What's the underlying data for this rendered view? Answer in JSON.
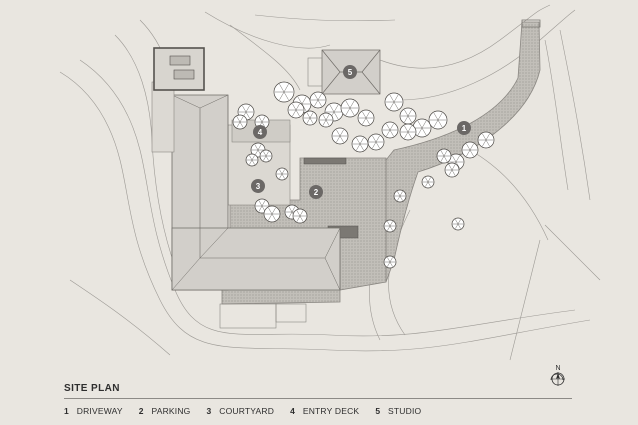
{
  "legend": {
    "title": "SITE PLAN",
    "items": [
      {
        "num": "1",
        "label": "DRIVEWAY"
      },
      {
        "num": "2",
        "label": "PARKING"
      },
      {
        "num": "3",
        "label": "COURTYARD"
      },
      {
        "num": "4",
        "label": "ENTRY DECK"
      },
      {
        "num": "5",
        "label": "STUDIO"
      }
    ]
  },
  "north_label": "N",
  "colors": {
    "background": "#e9e6e0",
    "paving": "#bdbab4",
    "roof": "#d2cfca",
    "marker": "#6b6866",
    "line": "#8e8b86"
  }
}
